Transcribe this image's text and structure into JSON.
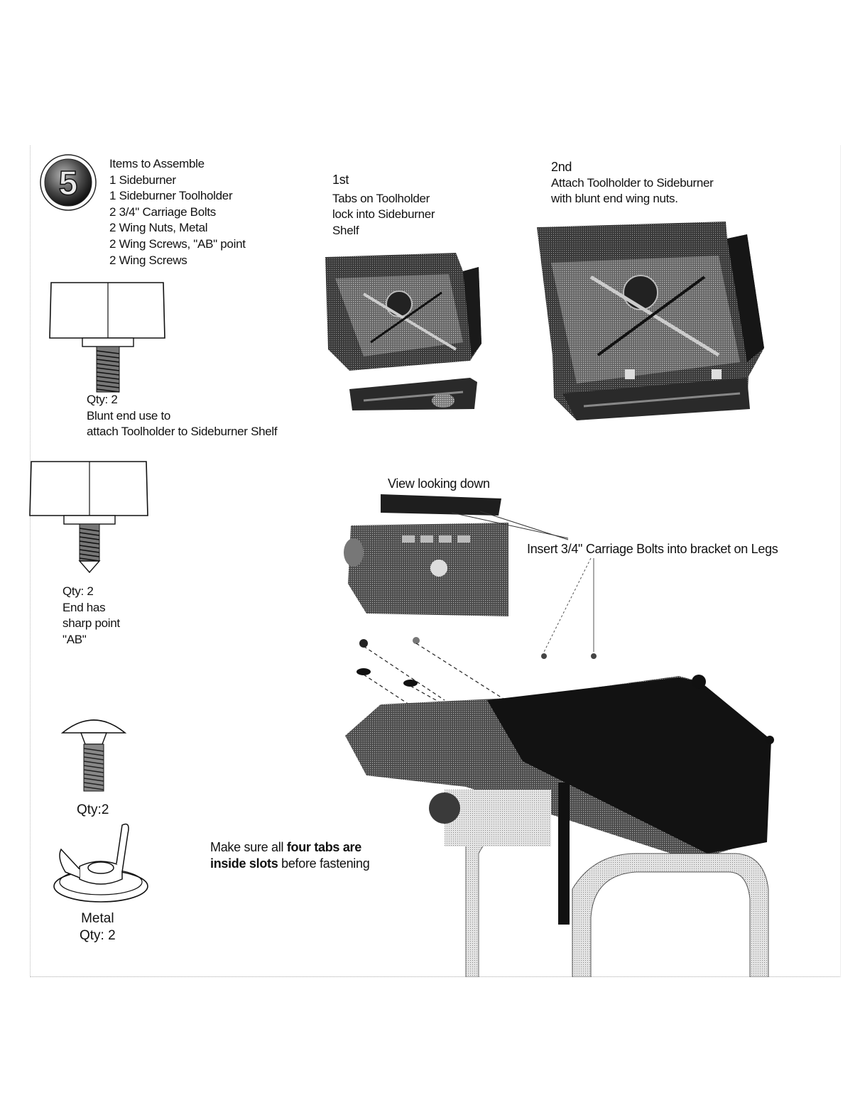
{
  "step": {
    "number": "5",
    "items_heading": "Items to Assemble",
    "items": [
      "1 Sideburner",
      "1 Sideburner Toolholder",
      "2 3/4\" Carriage Bolts",
      "2 Wing Nuts, Metal",
      "2 Wing Screws, \"AB\" point",
      "2 Wing Screws"
    ]
  },
  "parts": {
    "blunt_screw": {
      "qty": "Qty: 2",
      "line1": "Blunt end use to",
      "line2": "attach Toolholder to Sideburner Shelf"
    },
    "ab_screw": {
      "qty": "Qty: 2",
      "line1": "End has",
      "line2": "sharp point",
      "line3": "\"AB\""
    },
    "carriage_bolt": {
      "qty": "Qty:2"
    },
    "wing_nut": {
      "material": "Metal",
      "qty": "Qty: 2"
    }
  },
  "steps": {
    "first": {
      "label": "1st",
      "line1": "Tabs on Toolholder",
      "line2": "lock into Sideburner",
      "line3": "Shelf"
    },
    "second": {
      "label": "2nd",
      "line1": "Attach Toolholder to Sideburner",
      "line2": "with blunt end wing nuts."
    }
  },
  "callouts": {
    "view": "View looking down",
    "bolts": "Insert  3/4\" Carriage Bolts into bracket on Legs",
    "tabs_pre": "Make sure all ",
    "tabs_bold1": "four tabs are",
    "tabs_bold2": "inside slots",
    "tabs_post": " before fastening"
  }
}
